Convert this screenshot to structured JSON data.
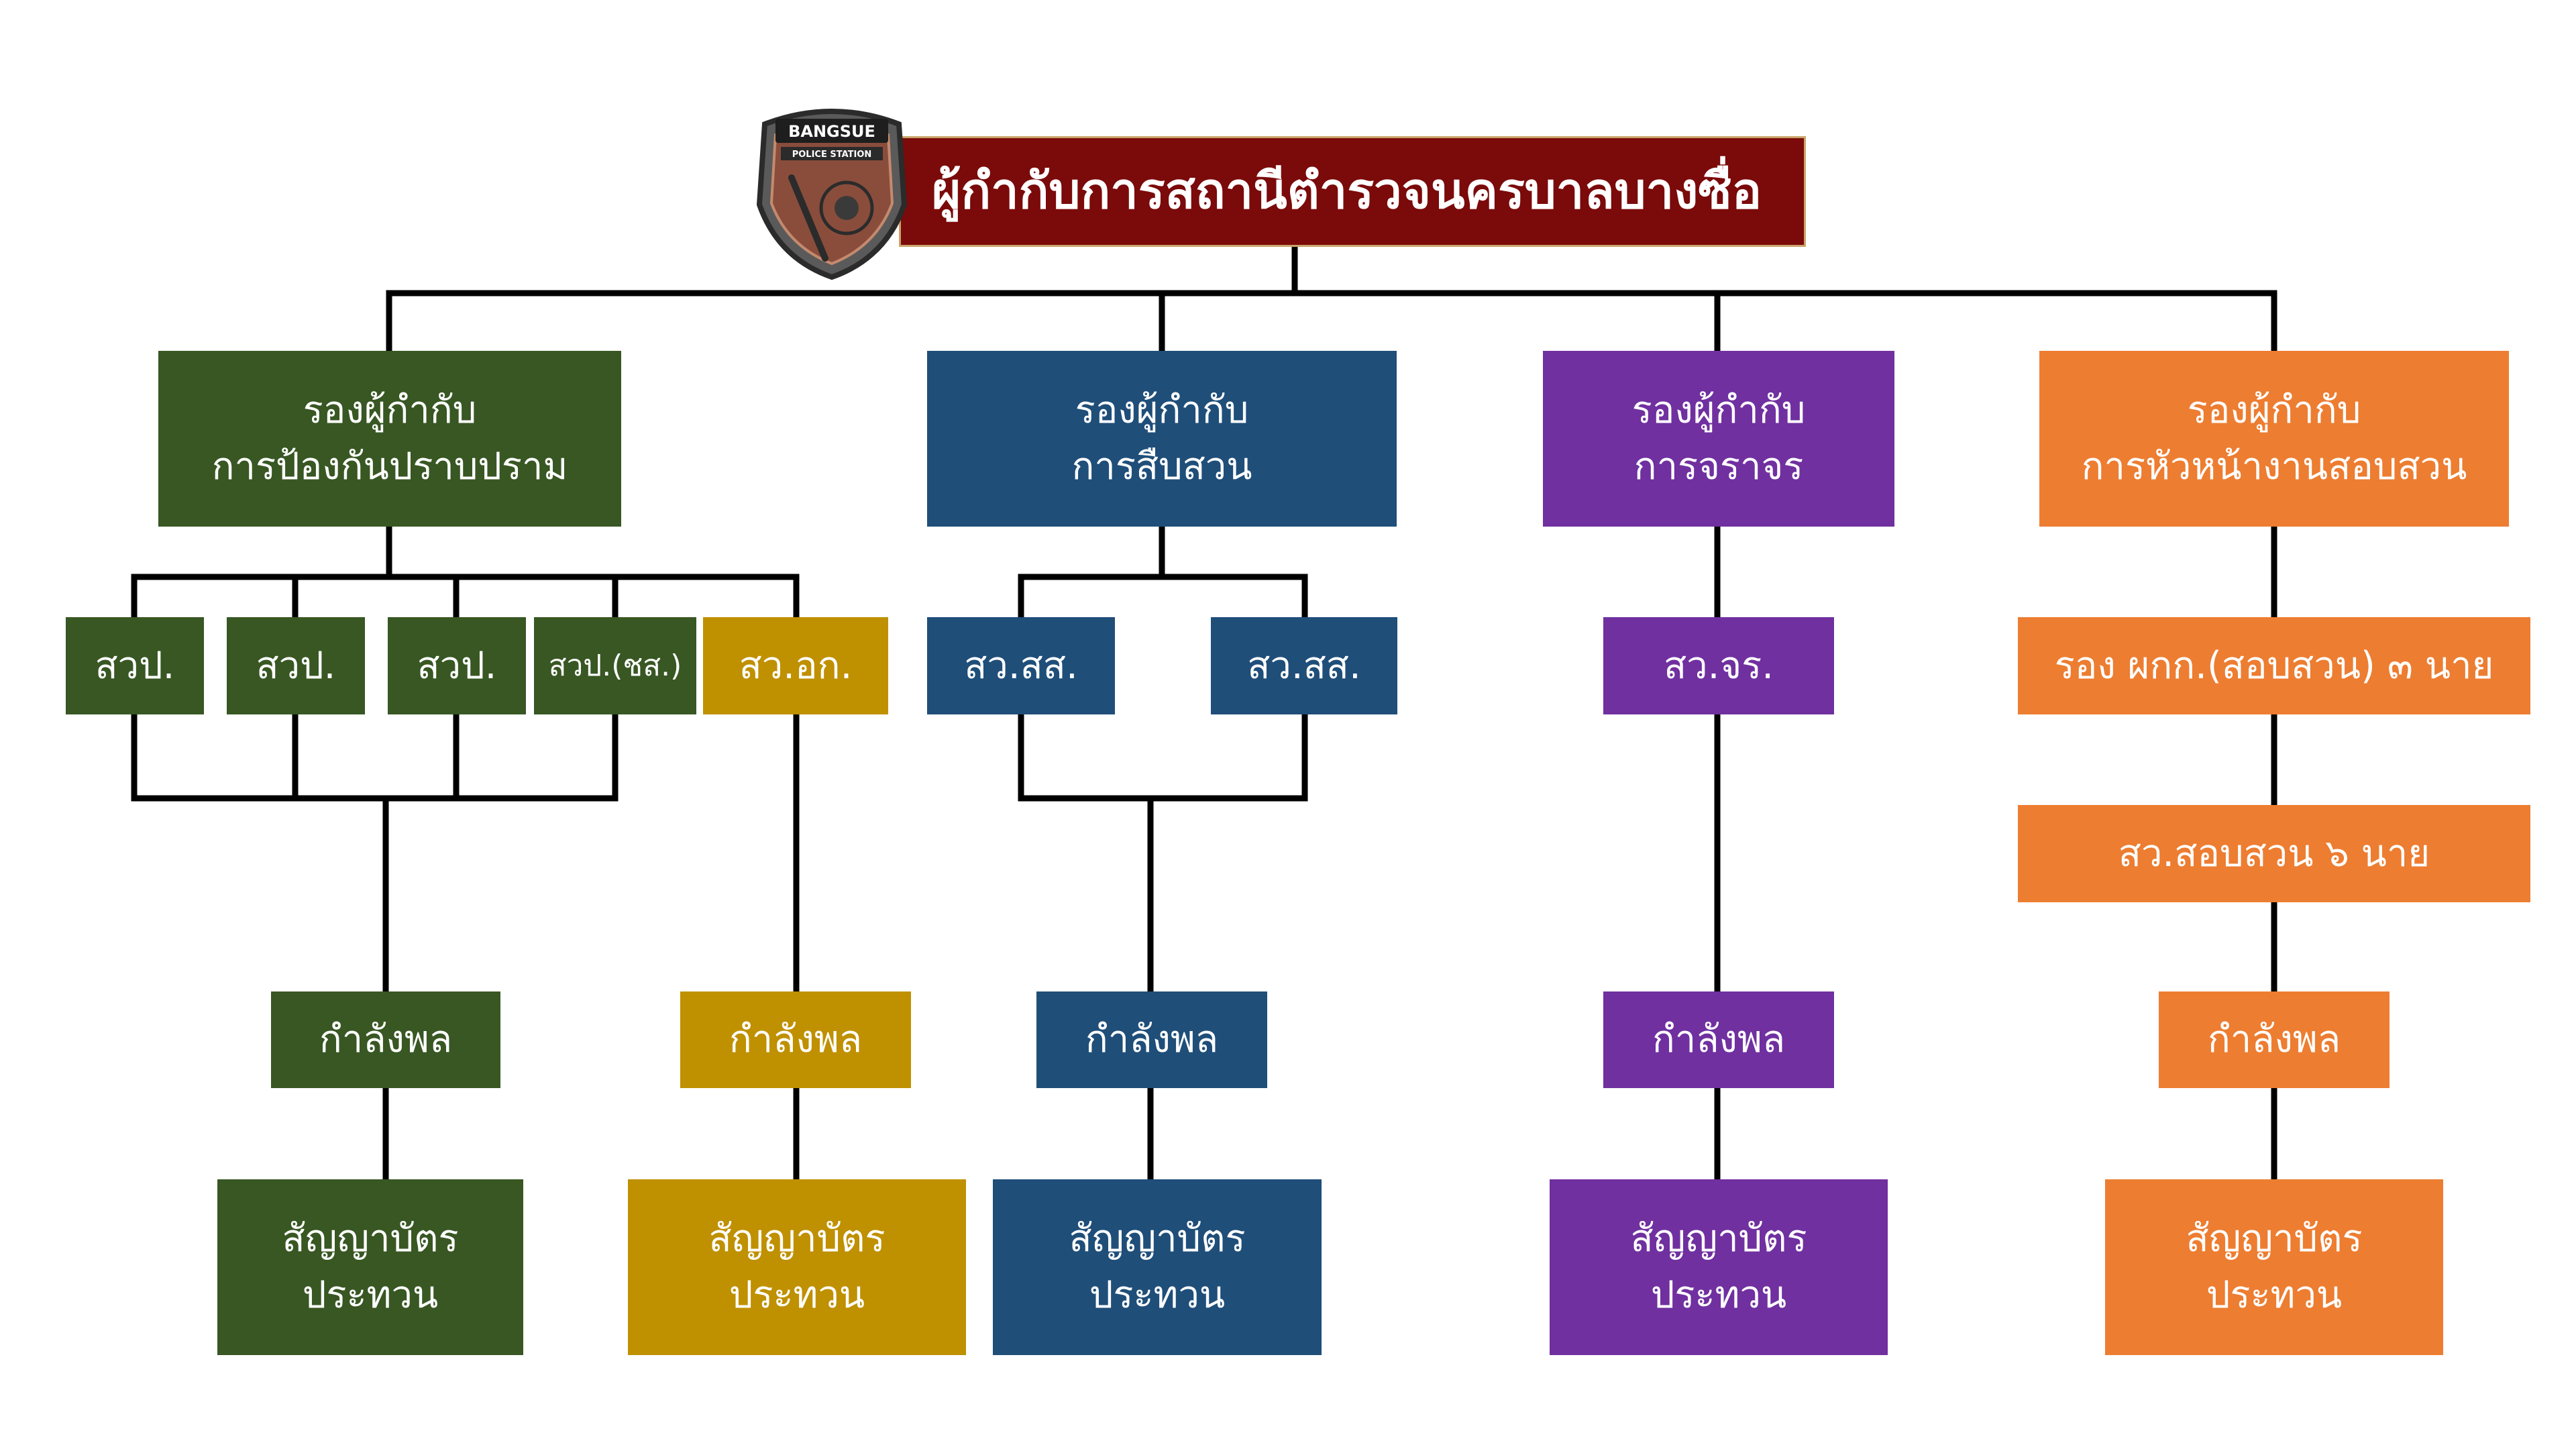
{
  "colors": {
    "maroon": "#7b0a0a",
    "green": "#385723",
    "gold": "#bf9000",
    "blue": "#1f4e79",
    "purple": "#7030a0",
    "orange": "#ed7d31",
    "line": "#000000"
  },
  "logo": {
    "name": "police-station-badge-icon",
    "text_top": "BANGSUE",
    "text_band": "POLICE STATION"
  },
  "top": {
    "title": "ผู้กำกับการสถานีตำรวจนครบาลบางซื่อ"
  },
  "deputies": [
    {
      "line1": "รองผู้กำกับ",
      "line2": "การป้องกันปราบปราม"
    },
    {
      "line1": "รองผู้กำกับ",
      "line2": "การสืบสวน"
    },
    {
      "line1": "รองผู้กำกับ",
      "line2": "การจราจร"
    },
    {
      "line1": "รองผู้กำกับ",
      "line2": "การหัวหน้างานสอบสวน"
    }
  ],
  "prevention": {
    "inspectors": [
      "สวป.",
      "สวป.",
      "สวป.",
      "สวป.(ชส.)"
    ],
    "admin": "สว.อก.",
    "force": "กำลังพล",
    "force_admin": "กำลังพล",
    "warrant": {
      "line1": "สัญญาบัตร",
      "line2": "ประทวน"
    },
    "warrant_admin": {
      "line1": "สัญญาบัตร",
      "line2": "ประทวน"
    }
  },
  "investigation": {
    "inspectors": [
      "สว.สส.",
      "สว.สส."
    ],
    "force": "กำลังพล",
    "warrant": {
      "line1": "สัญญาบัตร",
      "line2": "ประทวน"
    }
  },
  "traffic": {
    "inspector": "สว.จร.",
    "force": "กำลังพล",
    "warrant": {
      "line1": "สัญญาบัตร",
      "line2": "ประทวน"
    }
  },
  "inquiry": {
    "deputy_inquiry": "รอง ผกก.(สอบสวน) ๓ นาย",
    "inspectors": "สว.สอบสวน ๖ นาย",
    "force": "กำลังพล",
    "warrant": {
      "line1": "สัญญาบัตร",
      "line2": "ประทวน"
    }
  }
}
